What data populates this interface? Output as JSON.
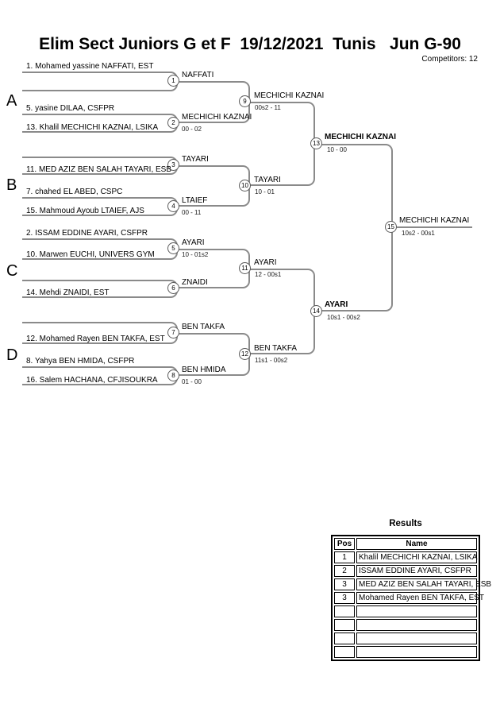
{
  "header": {
    "title": "Elim Sect Juniors G et F  19/12/2021  Tunis   Jun G-90",
    "competitors": "Competitors: 12"
  },
  "bracket": {
    "groups": [
      {
        "label": "A"
      },
      {
        "label": "B"
      },
      {
        "label": "C"
      },
      {
        "label": "D"
      }
    ],
    "players": [
      {
        "label": "1. Mohamed yassine NAFFATI, EST"
      },
      {
        "label": "5. yasine DILAA, CSFPR"
      },
      {
        "label": "13. Khalil MECHICHI KAZNAI, LSIKA"
      },
      {
        "label": "11. MED AZIZ BEN SALAH TAYARI, ESB"
      },
      {
        "label": "7. chahed EL ABED, CSPC"
      },
      {
        "label": "15. Mahmoud Ayoub LTAIEF, AJS"
      },
      {
        "label": "2. ISSAM EDDINE AYARI, CSFPR"
      },
      {
        "label": "10. Marwen EUCHI, UNIVERS GYM"
      },
      {
        "label": "14. Mehdi ZNAIDI, EST"
      },
      {
        "label": "12. Mohamed Rayen BEN TAKFA, EST"
      },
      {
        "label": "8. Yahya BEN HMIDA, CSFPR"
      },
      {
        "label": "16. Salem HACHANA, CFJISOUKRA"
      }
    ],
    "matches": {
      "m1": {
        "num": "1",
        "winner": "NAFFATI",
        "score": ""
      },
      "m2": {
        "num": "2",
        "winner": "MECHICHI KAZNAI",
        "score": "00 - 02"
      },
      "m3": {
        "num": "3",
        "winner": "TAYARI",
        "score": ""
      },
      "m4": {
        "num": "4",
        "winner": "LTAIEF",
        "score": "00 - 11"
      },
      "m5": {
        "num": "5",
        "winner": "AYARI",
        "score": "10 - 01s2"
      },
      "m6": {
        "num": "6",
        "winner": "ZNAIDI",
        "score": ""
      },
      "m7": {
        "num": "7",
        "winner": "BEN TAKFA",
        "score": ""
      },
      "m8": {
        "num": "8",
        "winner": "BEN HMIDA",
        "score": "01 - 00"
      },
      "m9": {
        "num": "9",
        "winner": "MECHICHI KAZNAI",
        "score": "00s2 - 11"
      },
      "m10": {
        "num": "10",
        "winner": "TAYARI",
        "score": "10 - 01"
      },
      "m11": {
        "num": "11",
        "winner": "AYARI",
        "score": "12 - 00s1"
      },
      "m12": {
        "num": "12",
        "winner": "BEN TAKFA",
        "score": "11s1 - 00s2"
      },
      "m13": {
        "num": "13",
        "winner": "MECHICHI KAZNAI",
        "score": "10 - 00"
      },
      "m14": {
        "num": "14",
        "winner": "AYARI",
        "score": "10s1 - 00s2"
      },
      "m15": {
        "num": "15",
        "winner": "MECHICHI KAZNAI",
        "score": "10s2 - 00s1"
      }
    }
  },
  "results": {
    "title": "Results",
    "columns": [
      "Pos",
      "Name"
    ],
    "rows": [
      {
        "pos": "1",
        "name": "Khalil MECHICHI KAZNAI, LSIKA"
      },
      {
        "pos": "2",
        "name": "ISSAM EDDINE AYARI, CSFPR"
      },
      {
        "pos": "3",
        "name": "MED AZIZ BEN SALAH TAYARI, ESB"
      },
      {
        "pos": "3",
        "name": "Mohamed Rayen BEN TAKFA, EST"
      },
      {
        "pos": "",
        "name": ""
      },
      {
        "pos": "",
        "name": ""
      },
      {
        "pos": "",
        "name": ""
      },
      {
        "pos": "",
        "name": ""
      }
    ]
  }
}
